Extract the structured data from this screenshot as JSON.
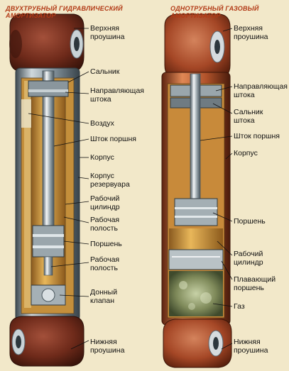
{
  "left_unit": {
    "title": "Двухтрубный гидравлический\nамортизатор",
    "labels": [
      {
        "id": "upper-eye",
        "text": "Верхняя\nпроушина"
      },
      {
        "id": "oil-seal",
        "text": "Сальник"
      },
      {
        "id": "rod-guide",
        "text": "Направляющая\nштока"
      },
      {
        "id": "air",
        "text": "Воздух"
      },
      {
        "id": "piston-rod",
        "text": "Шток поршня"
      },
      {
        "id": "housing",
        "text": "Корпус"
      },
      {
        "id": "reservoir-housing",
        "text": "Корпус\nрезервуара"
      },
      {
        "id": "working-cylinder",
        "text": "Рабочий\nцилиндр"
      },
      {
        "id": "working-cavity-upper",
        "text": "Рабочая\nполость"
      },
      {
        "id": "piston",
        "text": "Поршень"
      },
      {
        "id": "working-cavity-lower",
        "text": "Рабочая\nполость"
      },
      {
        "id": "base-valve",
        "text": "Донный\nклапан"
      },
      {
        "id": "lower-eye",
        "text": "Нижняя\nпроушина"
      }
    ]
  },
  "right_unit": {
    "title": "Однотрубный газовый\nамортизатор",
    "labels": [
      {
        "id": "upper-eye",
        "text": "Верхняя\nпроушина"
      },
      {
        "id": "rod-guide",
        "text": "Направляющая\nштока"
      },
      {
        "id": "rod-seal",
        "text": "Сальник\nштока"
      },
      {
        "id": "piston-rod",
        "text": "Шток поршня"
      },
      {
        "id": "housing",
        "text": "Корпус"
      },
      {
        "id": "piston",
        "text": "Поршень"
      },
      {
        "id": "working-cylinder",
        "text": "Рабочий\nцилиндр"
      },
      {
        "id": "floating-piston",
        "text": "Плавающий\nпоршень"
      },
      {
        "id": "gas",
        "text": "Газ"
      },
      {
        "id": "lower-eye",
        "text": "Нижняя\nпроушина"
      }
    ]
  },
  "colors": {
    "background": "#f2e8c9",
    "title": "#b23a16",
    "rubber": "#6e2a1a",
    "copper": "#b8562a",
    "steel": "#7d8d97",
    "oil": "#d29a3c",
    "gas": "#7f8a5a"
  }
}
